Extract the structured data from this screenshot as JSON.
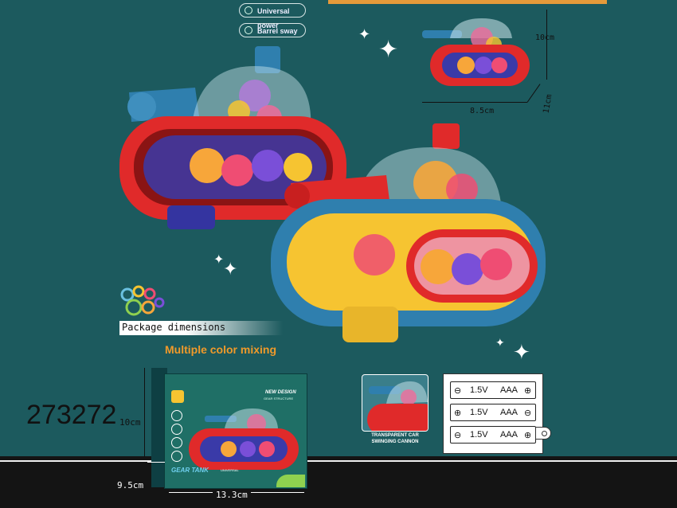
{
  "features": {
    "power_label": "Universal power",
    "sway_label": "Barrel sway"
  },
  "small_tank": {
    "height_label": "10cm",
    "width_label": "8.5cm",
    "depth_label": "11cm"
  },
  "package": {
    "header_label": "Package dimensions",
    "height_label": "10cm",
    "depth_label": "9.5cm",
    "width_label": "13.3cm"
  },
  "color_mixing_label": "Multiple color mixing",
  "product_code": "273272",
  "box_art": {
    "design_line1": "NEW DESIGN",
    "design_line2": "GEAR STRUCTURE",
    "name_line1": "GEAR TANK",
    "name_line2": "UNIVERSAL"
  },
  "inset_caption": {
    "line1": "TRANSPARENT CAR",
    "line2": "SWINGING CANNON"
  },
  "batteries": [
    {
      "voltage": "1.5V",
      "type": "AAA"
    },
    {
      "voltage": "1.5V",
      "type": "AAA"
    },
    {
      "voltage": "1.5V",
      "type": "AAA"
    }
  ],
  "colors": {
    "background": "#1c5a5e",
    "accent_orange": "#f09a2a",
    "tank_red": "#e02a2a",
    "tank_blue": "#2f7fae",
    "tank_yellow": "#f6c431"
  }
}
